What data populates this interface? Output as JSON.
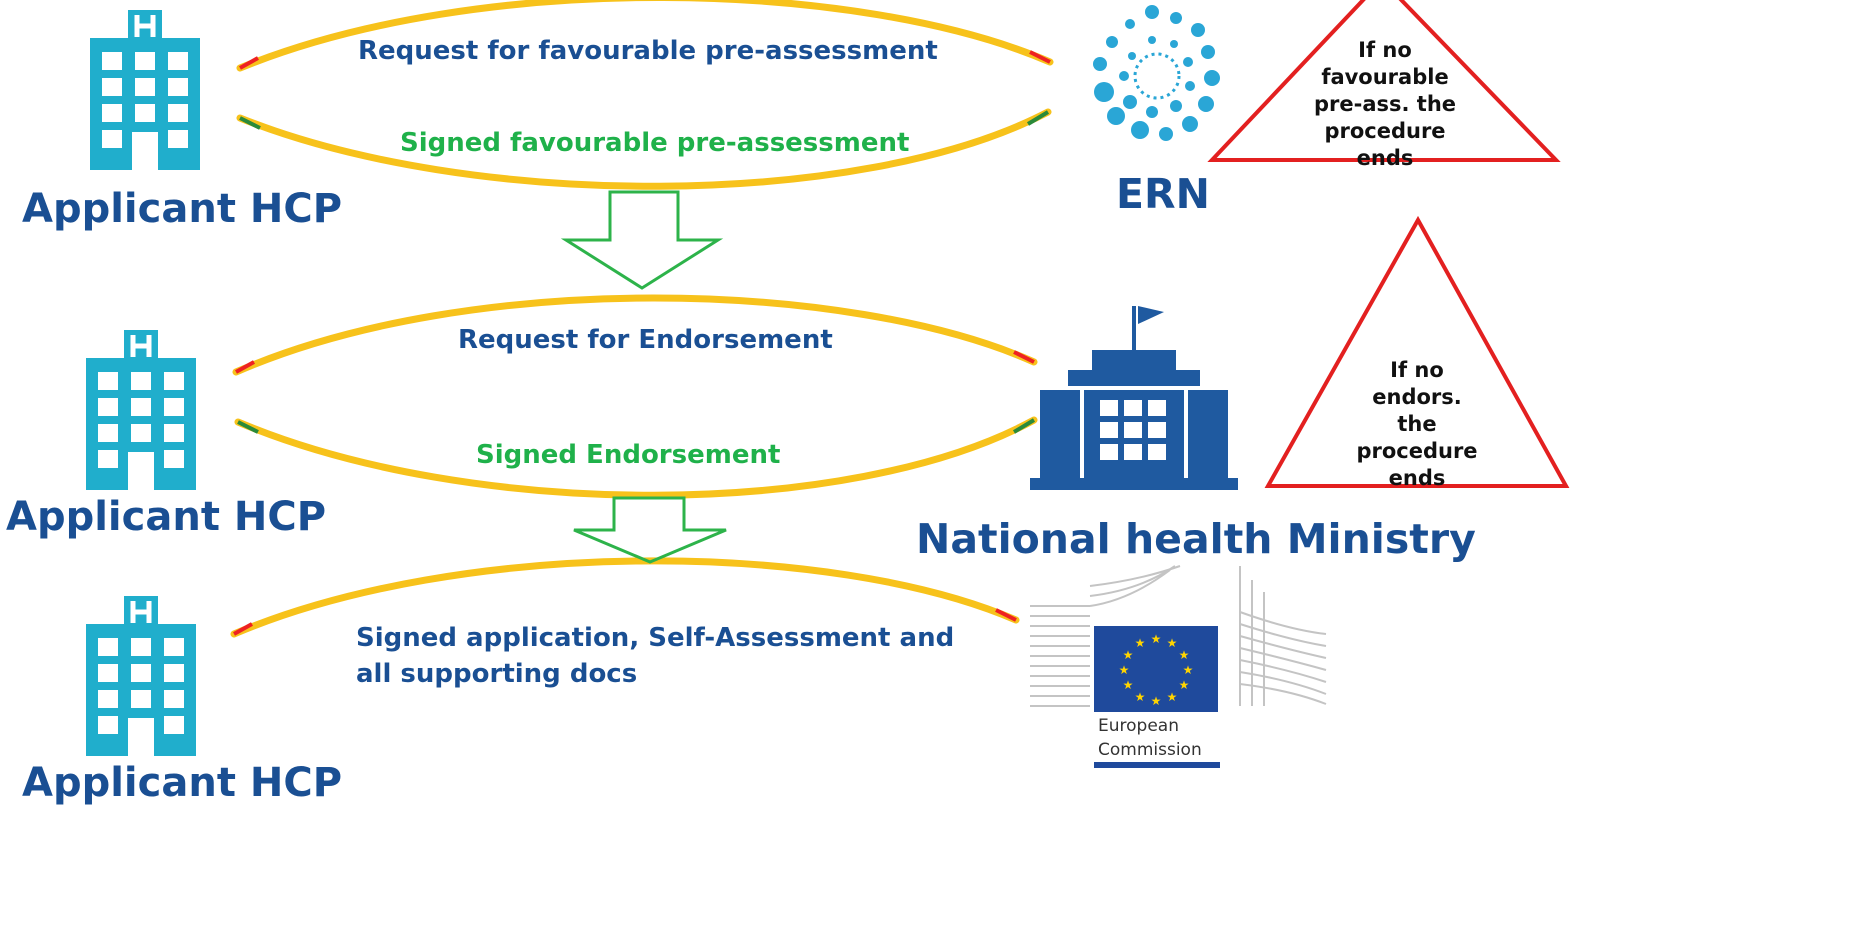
{
  "colors": {
    "actor": "#1a4f93",
    "request": "#1a4f93",
    "response": "#1fb14a",
    "hospital": "#20aecc",
    "arc": "#f7c21b",
    "flow_arrow": "#2db34a",
    "warning": "#e32020",
    "ministry": "#1f5aa0",
    "eu_blue": "#1f4a9c",
    "eu_star": "#ffd400"
  },
  "icons": {
    "hospital": "hospital-icon",
    "ern": "ern-logo",
    "ministry": "ministry-building-icon",
    "ec": "european-commission-logo"
  },
  "stages": [
    {
      "applicant": "Applicant HCP",
      "authority": "ERN",
      "request": "Request for favourable pre-assessment",
      "response": "Signed favourable pre-assessment",
      "warning": [
        "If  no",
        "favourable",
        "pre-ass. the",
        "procedure",
        "ends"
      ]
    },
    {
      "applicant": "Applicant HCP",
      "authority": "National health Ministry",
      "request": "Request for Endorsement",
      "response": "Signed Endorsement",
      "warning": [
        "If no",
        "endors.",
        "the",
        "procedure",
        "ends"
      ]
    },
    {
      "applicant": "Applicant HCP",
      "authority_logo_text": [
        "European",
        "Commission"
      ],
      "request_lines": [
        "Signed application, Self-Assessment and",
        "all supporting docs"
      ]
    }
  ]
}
